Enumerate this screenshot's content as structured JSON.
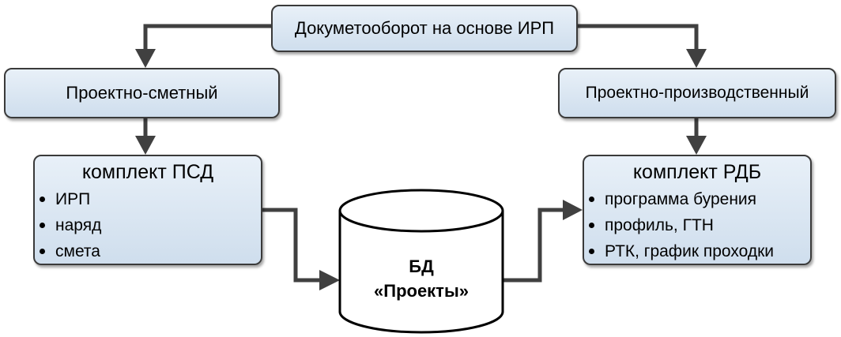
{
  "diagram": {
    "top_node": {
      "label": "Докуметооборот на основе ИРП"
    },
    "left_node": {
      "label": "Проектно-сметный"
    },
    "right_node": {
      "label": "Проектно-производственный"
    },
    "psd_box": {
      "title": "комплект ПСД",
      "items": [
        "ИРП",
        "наряд",
        "смета"
      ]
    },
    "rdb_box": {
      "title": "комплект РДБ",
      "items": [
        "программа бурения",
        "профиль, ГТН",
        "РТК, график проходки"
      ]
    },
    "database": {
      "line1": "БД",
      "line2": "«Проекты»"
    },
    "colors": {
      "box_fill_top": "#e8f0f8",
      "box_fill_bottom": "#cfdeed",
      "stroke": "#3a3a3a",
      "arrow": "#404040"
    }
  }
}
